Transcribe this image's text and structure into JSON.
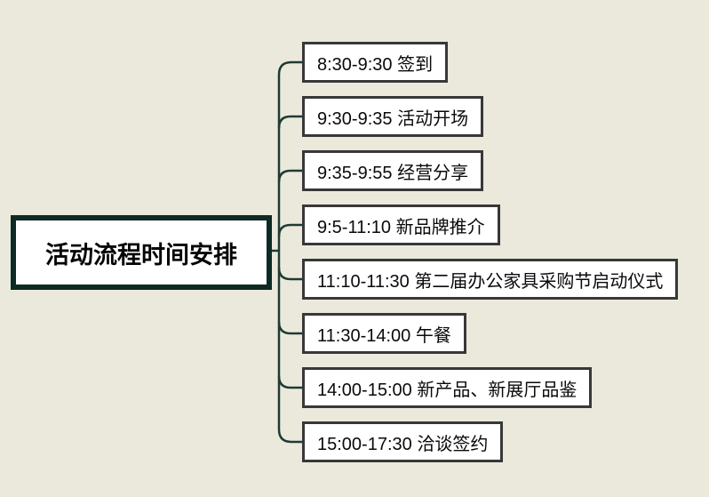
{
  "mindmap": {
    "root_label": "活动流程时间安排",
    "nodes": [
      "8:30-9:30 签到",
      "9:30-9:35 活动开场",
      "9:35-9:55 经营分享",
      "9:5-11:10 新品牌推介",
      "11:10-11:30 第二届办公家具采购节启动仪式",
      "11:30-14:00 午餐",
      "14:00-15:00 新产品、新展厅品鉴",
      "15:00-17:30 洽谈签约"
    ],
    "colors": {
      "background": "#EBE9DC",
      "node_fill": "#FFFFFF",
      "root_border": "#0E2A25",
      "child_border": "#383838",
      "connector": "#1E3B34",
      "text": "#0A0A0A"
    }
  }
}
